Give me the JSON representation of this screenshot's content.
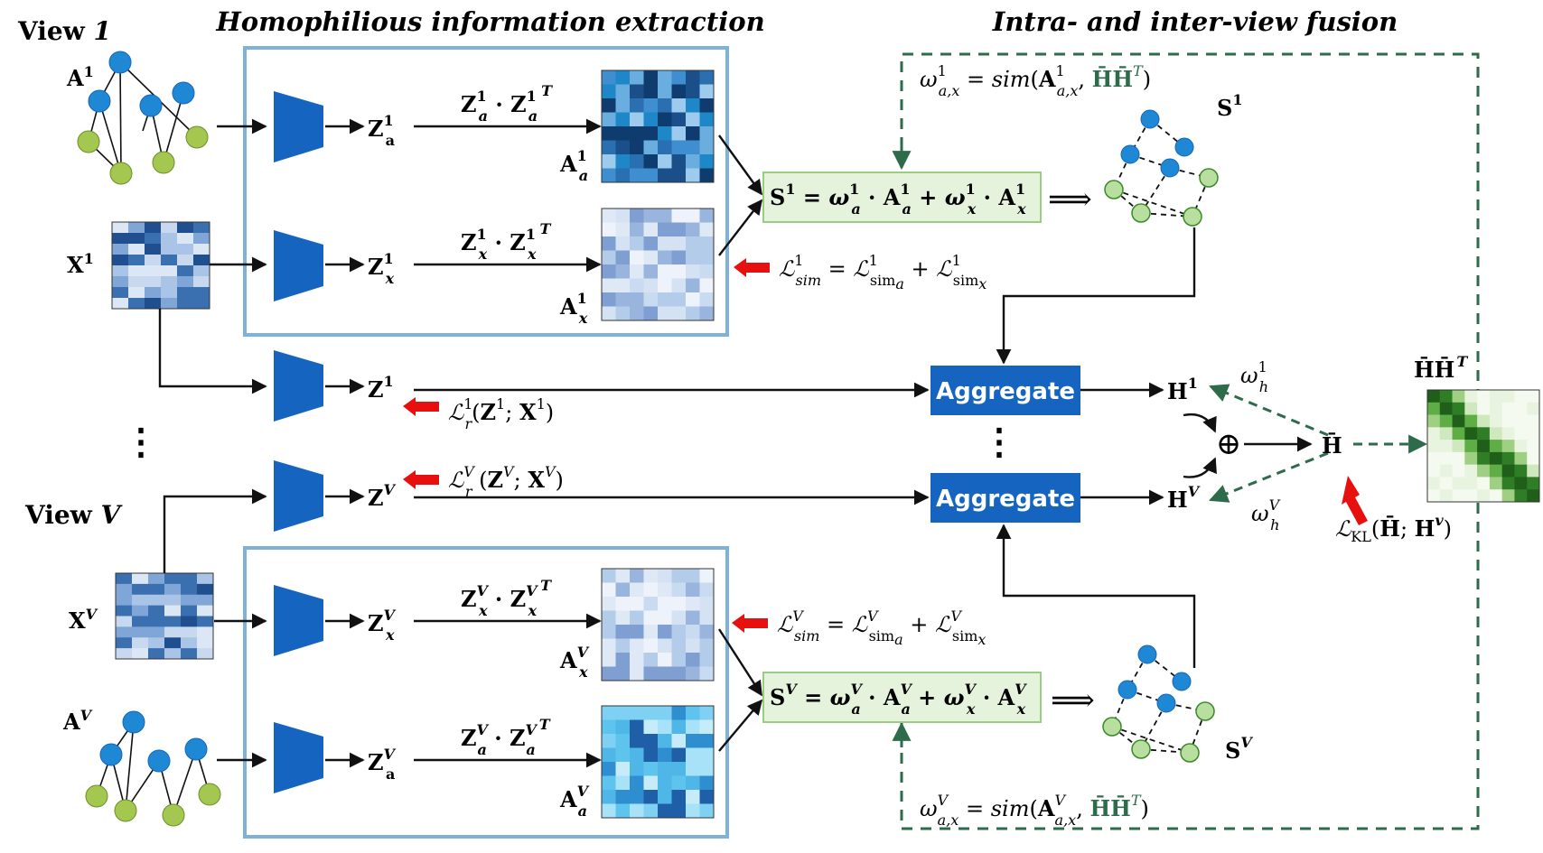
{
  "titles": {
    "extraction": "Homophilious information extraction",
    "fusion": "Intra- and inter-view fusion"
  },
  "views": {
    "first": {
      "word": "View",
      "index": "1"
    },
    "last": {
      "word": "View",
      "index": "V"
    }
  },
  "nodes": {
    "aggregate_1": "Aggregate",
    "aggregate_v": "Aggregate",
    "ellipsis": "⋮",
    "oplus": "⊕"
  },
  "colors": {
    "encoder": "#1565c0",
    "node_blue": "#1f88d4",
    "node_green": "#a4c84f",
    "node_light_green": "#b9dfa0",
    "fusion_box_fill": "#e5f3dd",
    "fusion_box_border": "#9ccc83",
    "frame_blue": "#7fb2db",
    "dashed_green": "#2e6b4a",
    "loss_arrow": "#e8100f",
    "grid_green": "#3a8a28"
  },
  "matrices": {
    "A_a_1": {
      "palette": "deep-blue"
    },
    "A_x_1": {
      "palette": "pale-blue"
    },
    "A_x_V": {
      "palette": "pale-blue"
    },
    "A_a_V": {
      "palette": "cyan-blue"
    },
    "X_1": {
      "palette": "feature-blue"
    },
    "X_V": {
      "palette": "feature-blue"
    },
    "HH_T": {
      "palette": "green"
    }
  },
  "labels": {
    "A1": "A",
    "A1_sup": "1",
    "X1": "X",
    "X1_sup": "1",
    "XV": "X",
    "XV_sup": "V",
    "AV": "A",
    "AV_sup": "V",
    "Z": "Z",
    "sup1": "1",
    "supV": "V",
    "supT": "T",
    "sub_a": "a",
    "sub_x": "x",
    "dot": " · ",
    "S": "S",
    "H": "H",
    "Hbar": "H̄",
    "HbarHbarT": "H̄H̄",
    "omega": "ω",
    "sub_h": "h",
    "sub_ax": "a,x",
    "equals": " = ",
    "plus": " + ",
    "implies": "⟹",
    "sim_fn": "sim",
    "calL": "ℒ",
    "sub_sim": "sim",
    "sub_sim_a": "sim",
    "sub_KL": "KL",
    "sub_r": "r",
    "H_v": "H",
    "sup_v_small": "v"
  }
}
